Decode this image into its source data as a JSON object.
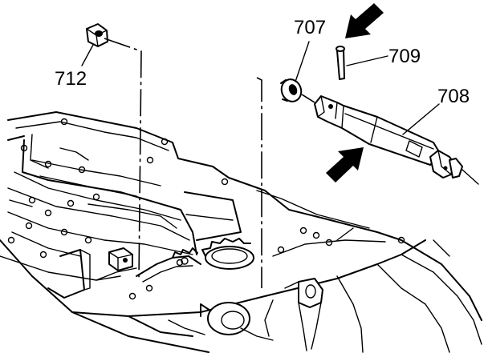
{
  "callouts": [
    {
      "id": "707",
      "text": "707"
    },
    {
      "id": "709",
      "text": "709"
    },
    {
      "id": "708",
      "text": "708"
    },
    {
      "id": "712",
      "text": "712"
    }
  ],
  "colors": {
    "line": "#000000",
    "background": "#ffffff"
  }
}
